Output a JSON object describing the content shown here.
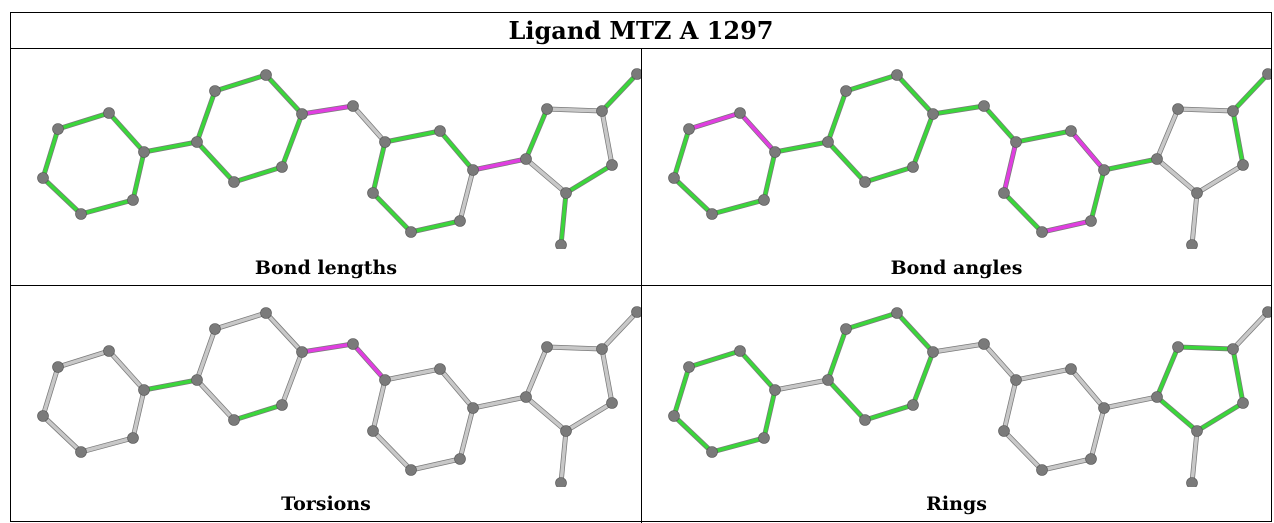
{
  "title": "Ligand MTZ A 1297",
  "colors": {
    "ok": "#3bd63b",
    "outlier": "#e03ee0",
    "neutral": "#c8c8c8",
    "atom": "#7a7a7a"
  },
  "panels": [
    {
      "id": "bond-lengths",
      "label": "Bond lengths"
    },
    {
      "id": "bond-angles",
      "label": "Bond angles"
    },
    {
      "id": "torsions",
      "label": "Torsions"
    },
    {
      "id": "rings",
      "label": "Rings"
    }
  ]
}
